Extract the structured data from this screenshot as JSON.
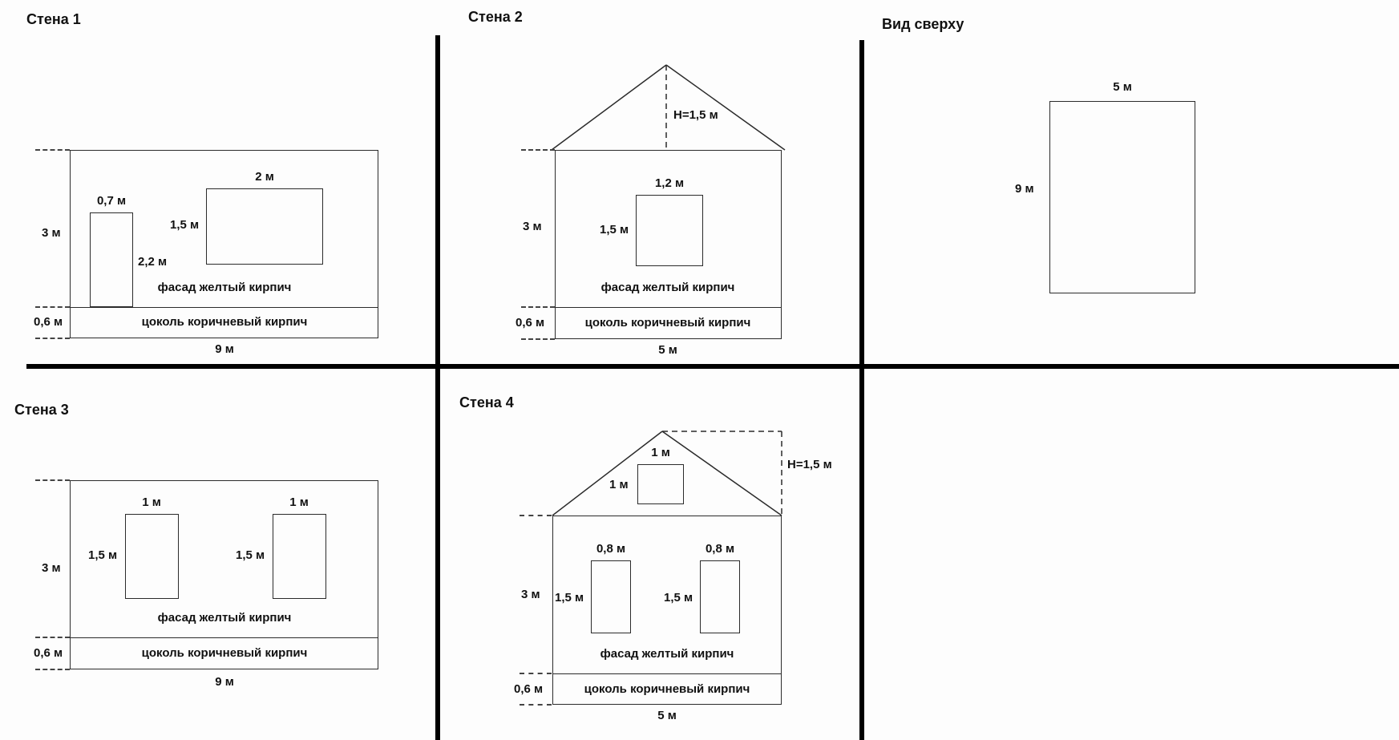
{
  "panels": {
    "wall1": {
      "title": "Стена 1",
      "height_label": "3 м",
      "plinth_height_label": "0,6 м",
      "width_label": "9 м",
      "facade_label": "фасад желтый кирпич",
      "plinth_label": "цоколь коричневый кирпич",
      "door": {
        "width": "0,7 м",
        "height": "2,2 м"
      },
      "window": {
        "width": "2 м",
        "height": "1,5 м"
      }
    },
    "wall2": {
      "title": "Стена 2",
      "roof_height_label": "H=1,5 м",
      "height_label": "3 м",
      "plinth_height_label": "0,6 м",
      "width_label": "5 м",
      "facade_label": "фасад желтый кирпич",
      "plinth_label": "цоколь коричневый кирпич",
      "window": {
        "width": "1,2 м",
        "height": "1,5 м"
      }
    },
    "top_view": {
      "title": "Вид сверху",
      "width_label": "5 м",
      "depth_label": "9 м"
    },
    "wall3": {
      "title": "Стена 3",
      "height_label": "3 м",
      "plinth_height_label": "0,6 м",
      "width_label": "9 м",
      "facade_label": "фасад желтый кирпич",
      "plinth_label": "цоколь коричневый кирпич",
      "window1": {
        "width": "1 м",
        "height": "1,5 м"
      },
      "window2": {
        "width": "1 м",
        "height": "1,5 м"
      }
    },
    "wall4": {
      "title": "Стена 4",
      "roof_height_label": "H=1,5 м",
      "height_label": "3 м",
      "plinth_height_label": "0,6 м",
      "width_label": "5 м",
      "facade_label": "фасад желтый кирпич",
      "plinth_label": "цоколь коричневый кирпич",
      "gable_window": {
        "width": "1 м",
        "height": "1 м"
      },
      "window1": {
        "width": "0,8 м",
        "height": "1,5 м"
      },
      "window2": {
        "width": "0,8 м",
        "height": "1,5 м"
      }
    }
  }
}
